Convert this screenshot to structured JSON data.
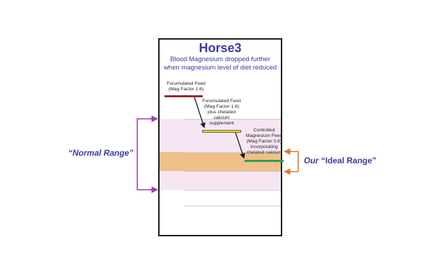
{
  "diagram": {
    "title": "Horse3",
    "subtitle_line1": "Blood Magnesium dropped further",
    "subtitle_line2": "when magnesium level of diet reduced",
    "levels": [
      {
        "lines": [
          "Forumulated Feed",
          "(Mag Factor 1.6)"
        ],
        "color": "#8b2e2e"
      },
      {
        "lines": [
          "Forumulated Feed",
          "(Mag Factor 1.6)",
          "plus chelated",
          "calcium",
          "supplement"
        ],
        "color": "#e6d44c"
      },
      {
        "lines": [
          "Controlled",
          "Magnesium Feed",
          "(Mag Factor 0.8)",
          "incorporating",
          "chelated calcium"
        ],
        "color": "#2e9a5c"
      }
    ],
    "normal_range_label": "“Normal Range”",
    "ideal_range_prefix": "Our",
    "ideal_range_label": "“Ideal Range”",
    "colors": {
      "title": "#3a3aa0",
      "normal_band": "#f6e6f3",
      "ideal_band": "#efc087",
      "normal_bracket": "#9b3fae",
      "ideal_bracket": "#e07a2c"
    }
  }
}
